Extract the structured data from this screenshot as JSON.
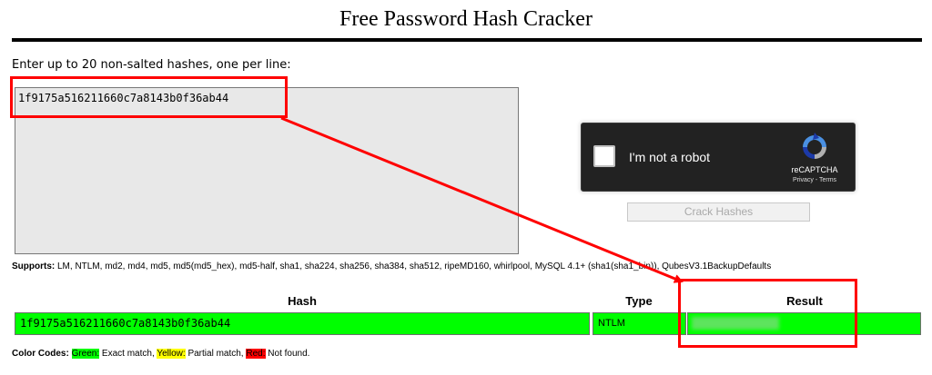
{
  "header": {
    "title": "Free Password Hash Cracker"
  },
  "form": {
    "instructions": "Enter up to 20 non-salted hashes, one per line:",
    "textarea_value": "1f9175a516211660c7a8143b0f36ab44",
    "crack_button_label": "Crack Hashes"
  },
  "recaptcha": {
    "label": "I'm not a robot",
    "brand": "reCAPTCHA",
    "terms": "Privacy - Terms"
  },
  "supports": {
    "label": "Supports:",
    "text": "LM, NTLM, md2, md4, md5, md5(md5_hex), md5-half, sha1, sha224, sha256, sha384, sha512, ripeMD160, whirlpool, MySQL 4.1+ (sha1(sha1_bin)), QubesV3.1BackupDefaults"
  },
  "results_table": {
    "headers": {
      "hash": "Hash",
      "type": "Type",
      "result": "Result"
    },
    "rows": [
      {
        "hash": "1f9175a516211660c7a8143b0f36ab44",
        "type": "NTLM",
        "result": ""
      }
    ]
  },
  "color_codes": {
    "label": "Color Codes:",
    "green": "Green:",
    "green_desc": "Exact match,",
    "yellow": "Yellow:",
    "yellow_desc": "Partial match,",
    "red": "Red:",
    "red_desc": "Not found."
  },
  "colors": {
    "match_green": "#00ff00",
    "annotation_red": "#ff0000",
    "recaptcha_bg": "#222222"
  }
}
